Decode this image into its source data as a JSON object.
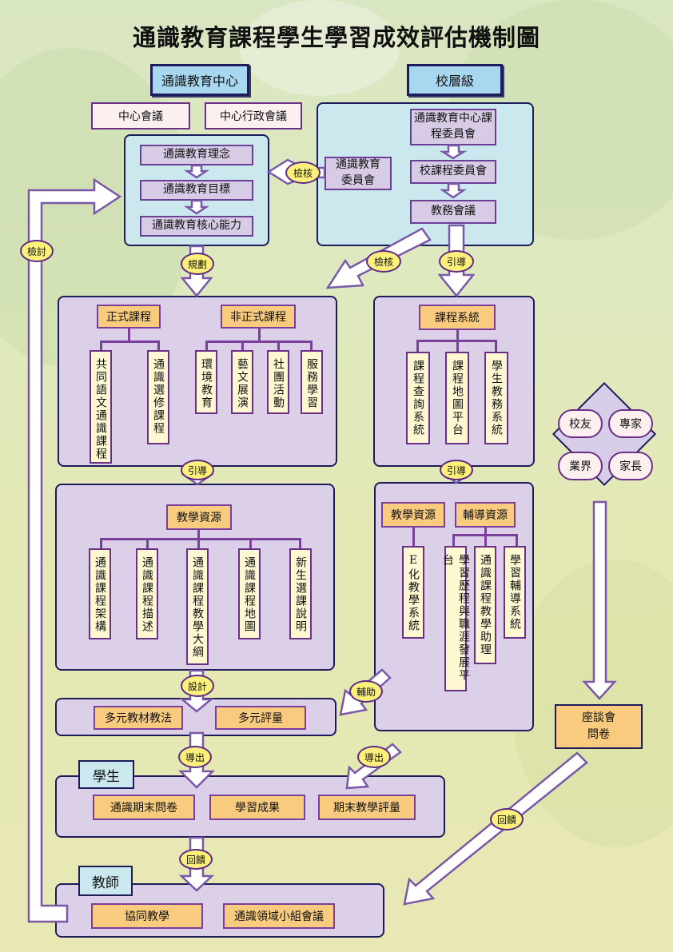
{
  "title": "通識教育課程學生學習成效評估機制圖",
  "headers": {
    "center": "通識教育中心",
    "school": "校層級"
  },
  "center_meetings": [
    "中心會議",
    "中心行政會議"
  ],
  "center_core": [
    "通識教育理念",
    "通識教育目標",
    "通識教育核心能力"
  ],
  "school_level": {
    "ge_committee": "通識教育委員會",
    "ge_center_course_committee": "通識教育中心課程委員會",
    "school_course_committee": "校課程委員會",
    "academic_affairs_meeting": "教務會議"
  },
  "labels": {
    "review": "檢討",
    "verify": "檢核",
    "verify2": "檢核",
    "plan": "規劃",
    "guide_school": "引導",
    "guide_left": "引導",
    "guide_right": "引導",
    "design": "設計",
    "assist": "輔助",
    "output_left": "導出",
    "output_right": "導出",
    "feedback_students": "回饋",
    "feedback_forum": "回饋"
  },
  "curriculum": {
    "formal": {
      "title": "正式課程",
      "items": [
        "共同語文通識課程",
        "通識選修課程"
      ]
    },
    "informal": {
      "title": "非正式課程",
      "items": [
        "環境教育",
        "藝文展演",
        "社團活動",
        "服務學習"
      ]
    }
  },
  "course_system": {
    "title": "課程系統",
    "items": [
      "課程查詢系統",
      "課程地圖平台",
      "學生教務系統"
    ]
  },
  "teaching_resources": {
    "title": "教學資源",
    "items": [
      "通識課程架構",
      "通識課程描述",
      "通識課程教學大綱",
      "通識課程地圖",
      "新生選課說明"
    ]
  },
  "right_resources": {
    "teaching": {
      "title": "教學資源",
      "items": [
        "E化教學系統"
      ]
    },
    "counseling": {
      "title": "輔導資源",
      "items": [
        "學習歷程與職涯發展平台",
        "通識課程教學助理",
        "學習輔導系統"
      ]
    }
  },
  "stakeholders": [
    "校友",
    "專家",
    "業界",
    "家長"
  ],
  "forum": "座談會\n問卷",
  "methods": [
    "多元教材教法",
    "多元評量"
  ],
  "students": {
    "tag": "學生",
    "items": [
      "通識期末問卷",
      "學習成果",
      "期末教學評量"
    ]
  },
  "teachers": {
    "tag": "教師",
    "items": [
      "協同教學",
      "通識領域小組會議"
    ]
  }
}
